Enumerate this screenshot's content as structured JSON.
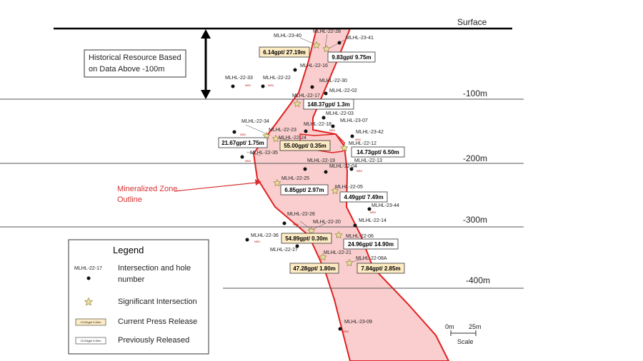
{
  "depth_labels": {
    "surface": "Surface",
    "m100": "-100m",
    "m200": "-200m",
    "m300": "-300m",
    "m400": "-400m"
  },
  "historical_note": {
    "line1": "Historical Resource Based",
    "line2": "on Data Above  -100m"
  },
  "mineralized_zone_label": {
    "line1": "Mineralized Zone",
    "line2": "Outline"
  },
  "holes": [
    {
      "id": "MLHL-23-40"
    },
    {
      "id": "MLHL-22-28"
    },
    {
      "id": "MLHL-23-41"
    },
    {
      "id": "MLHL-22-16"
    },
    {
      "id": "MLHL-22-33"
    },
    {
      "id": "MLHL-22-22"
    },
    {
      "id": "MLHL-22-30"
    },
    {
      "id": "MLHL-22-02"
    },
    {
      "id": "MLHL-22-17"
    },
    {
      "id": "MLHL-22-03"
    },
    {
      "id": "MLHL-22-34"
    },
    {
      "id": "MLHL-22-18"
    },
    {
      "id": "MLHL-23-07"
    },
    {
      "id": "MLHL-22-23"
    },
    {
      "id": "MLHL-22-24"
    },
    {
      "id": "MLHL-23-42"
    },
    {
      "id": "MLHL-22-12"
    },
    {
      "id": "MLHL-22-35"
    },
    {
      "id": "MLHL-22-19"
    },
    {
      "id": "MLHL-22-13"
    },
    {
      "id": "MLHL-22-04"
    },
    {
      "id": "MLHL-22-25"
    },
    {
      "id": "MLHL-22-05"
    },
    {
      "id": "MLHL-23-44"
    },
    {
      "id": "MLHL-22-26"
    },
    {
      "id": "MLHL-22-14"
    },
    {
      "id": "MLHL-22-20"
    },
    {
      "id": "MLHL-22-36"
    },
    {
      "id": "MLHL-22-06"
    },
    {
      "id": "MLHL-22-27"
    },
    {
      "id": "MLHL-22-21"
    },
    {
      "id": "MLHL-22-08A"
    },
    {
      "id": "MLHL-23-09"
    }
  ],
  "nsv_label": "NSV",
  "intersections": [
    {
      "label": "6.14gpt/ 27.19m",
      "current": true
    },
    {
      "label": "9.83gpt/ 9.75m",
      "current": false
    },
    {
      "label": "148.37gpt/ 1.3m",
      "current": false
    },
    {
      "label": "21.67gpt/ 1.75m",
      "current": false
    },
    {
      "label": "55.00gpt/ 0.35m",
      "current": true
    },
    {
      "label": "14.73gpt/ 6.50m",
      "current": false
    },
    {
      "label": "6.85gpt/ 2.97m",
      "current": false
    },
    {
      "label": "4.49gpt/ 7.49m",
      "current": false
    },
    {
      "label": "54.89gpt/ 0.30m",
      "current": true
    },
    {
      "label": "24.96gpt/ 14.90m",
      "current": false
    },
    {
      "label": "47.28gpt/ 1.80m",
      "current": true
    },
    {
      "label": "7.84gpt/ 2.85m",
      "current": true
    }
  ],
  "legend": {
    "title": "Legend",
    "hole_sample": "MLHL-22-17",
    "hole_text_line1": "Intersection and hole",
    "hole_text_line2": "number",
    "significant": "Significant Intersection",
    "current_sample": "13.52gpt/ 6.50m",
    "current": "Current Press Release",
    "previous_sample": "19.53gpt/ 6.50m",
    "previous": "Previously Released"
  },
  "scale": {
    "zero": "0m",
    "dist": "25m",
    "label": "Scale"
  },
  "colors": {
    "zone_fill": "#f9c6c6",
    "zone_outline": "#e02020",
    "current_box": "#fdebc3",
    "previous_box": "#ffffff",
    "star": "#e8dca0",
    "arrow": "#d83030"
  }
}
